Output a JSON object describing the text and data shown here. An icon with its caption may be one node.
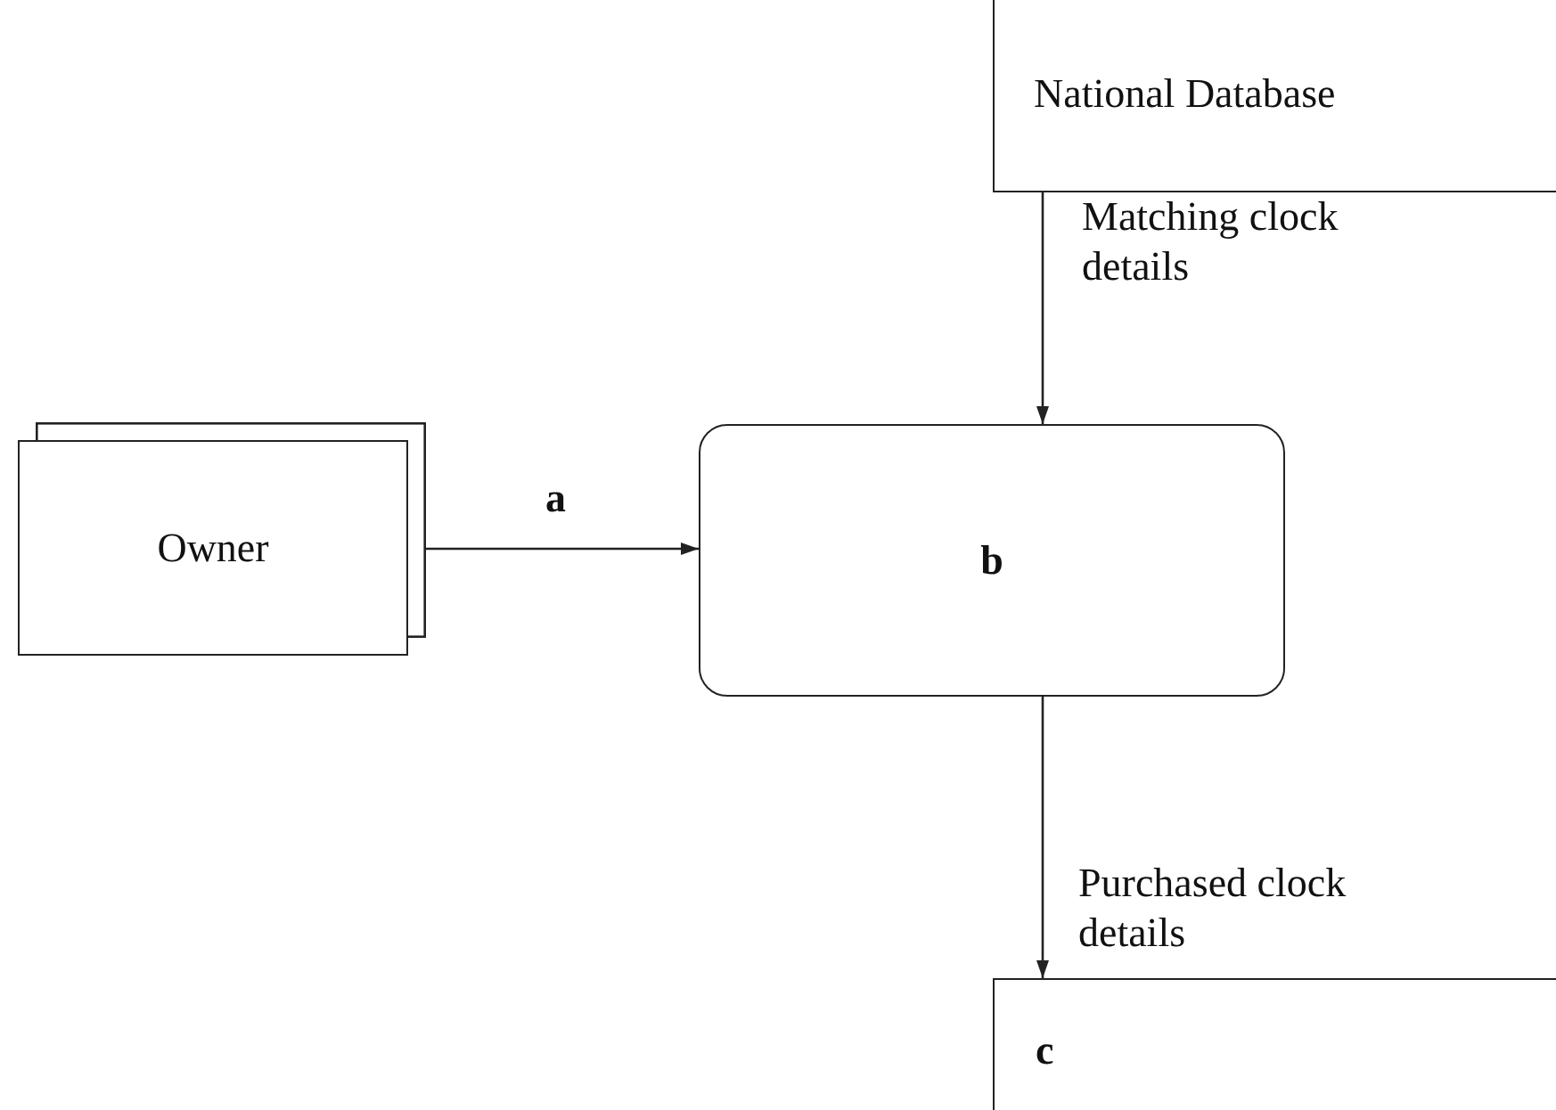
{
  "diagram": {
    "nodes": [
      {
        "text": [
          "National Database"
        ]
      },
      {
        "text": [
          "Owner"
        ]
      },
      {
        "text": [
          "b"
        ]
      },
      {
        "text": [
          "c"
        ]
      }
    ],
    "edges": [
      {
        "from": 1,
        "to": 2,
        "arrow": "to",
        "label": "a"
      },
      {
        "from": 0,
        "to": 2,
        "arrow": "to",
        "label": "Matching clock details"
      },
      {
        "from": 2,
        "to": 3,
        "arrow": "to",
        "label": "Purchased clock details"
      }
    ]
  }
}
